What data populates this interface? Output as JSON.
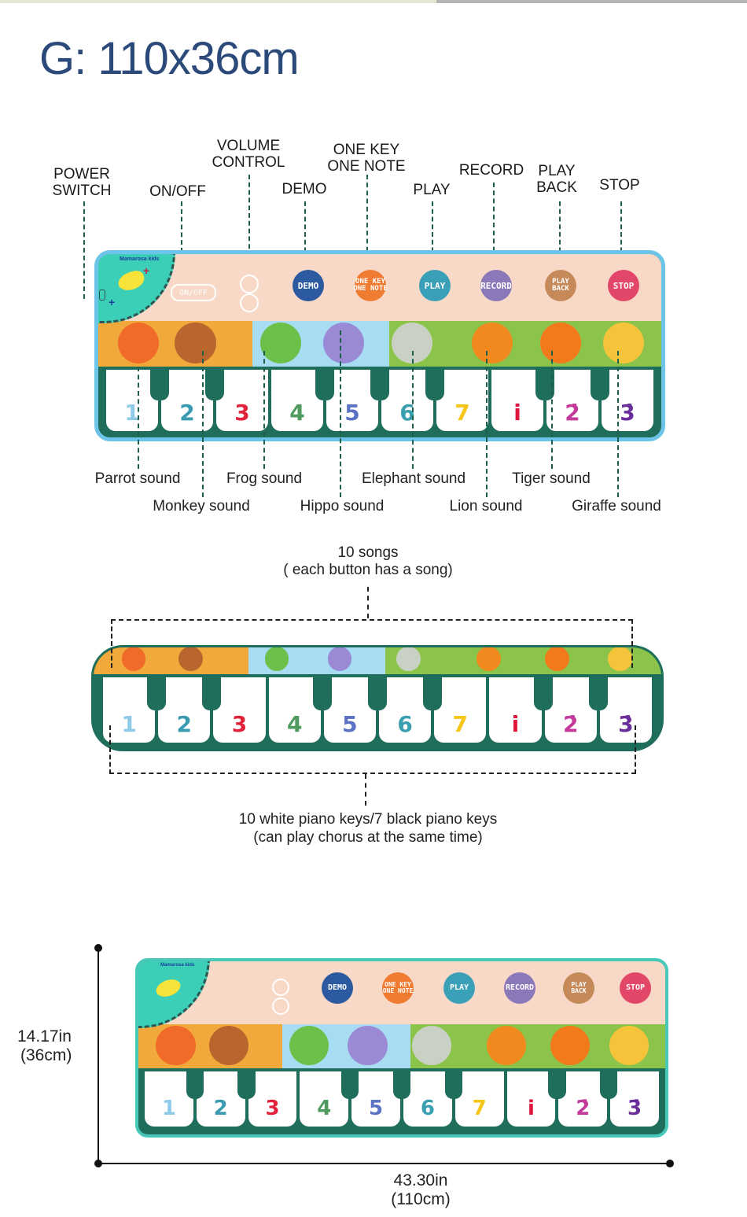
{
  "title": "G: 110x36cm",
  "colors": {
    "title": "#2b4a7a",
    "dashed_green": "#1e5f4c",
    "mat_border": "#6cc4e8",
    "key_base": "#1f6e5c",
    "sky": "#f8d9c7",
    "ground_orange": "#f2a93b",
    "ground_water": "#a8dcf2",
    "ground_green": "#8cc34a",
    "panel": "#3ccfb8"
  },
  "diagram1": {
    "control_labels": [
      {
        "id": "power-switch",
        "text": "POWER\nSWITCH"
      },
      {
        "id": "on-off",
        "text": "ON/OFF"
      },
      {
        "id": "volume-control",
        "text": "VOLUME\nCONTROL"
      },
      {
        "id": "demo",
        "text": "DEMO"
      },
      {
        "id": "one-key-one-note",
        "text": "ONE KEY\nONE NOTE"
      },
      {
        "id": "play",
        "text": "PLAY"
      },
      {
        "id": "record",
        "text": "RECORD"
      },
      {
        "id": "play-back",
        "text": "PLAY\nBACK"
      },
      {
        "id": "stop",
        "text": "STOP"
      }
    ],
    "mat_buttons": [
      {
        "id": "demo",
        "text": "DEMO",
        "color": "#2c5aa0"
      },
      {
        "id": "one-key-one-note",
        "text": "ONE KEY\nONE NOTE",
        "color": "#f07c32"
      },
      {
        "id": "play",
        "text": "PLAY",
        "color": "#3aa0b8"
      },
      {
        "id": "record",
        "text": "RECORD",
        "color": "#8b78b8"
      },
      {
        "id": "play-back",
        "text": "PLAY\nBACK",
        "color": "#c68a5a"
      },
      {
        "id": "stop",
        "text": "STOP",
        "color": "#e2476a"
      }
    ],
    "on_off_label": "ON/OFF",
    "brand_text": "Mamarosa kids",
    "sound_labels": [
      {
        "id": "parrot",
        "text": "Parrot sound"
      },
      {
        "id": "monkey",
        "text": "Monkey sound"
      },
      {
        "id": "frog",
        "text": "Frog sound"
      },
      {
        "id": "hippo",
        "text": "Hippo sound"
      },
      {
        "id": "elephant",
        "text": "Elephant sound"
      },
      {
        "id": "lion",
        "text": "Lion sound"
      },
      {
        "id": "tiger",
        "text": "Tiger sound"
      },
      {
        "id": "giraffe",
        "text": "Giraffe sound"
      }
    ]
  },
  "keys": [
    {
      "label": "1",
      "color": "#8fcbe8"
    },
    {
      "label": "2",
      "color": "#3a9bb0"
    },
    {
      "label": "3",
      "color": "#e0223a"
    },
    {
      "label": "4",
      "color": "#4f9a5e"
    },
    {
      "label": "5",
      "color": "#5c72c4"
    },
    {
      "label": "6",
      "color": "#3aa0b0"
    },
    {
      "label": "7",
      "color": "#f5c518"
    },
    {
      "label": "i",
      "color": "#e0143c"
    },
    {
      "label": "2̇",
      "color": "#c43a9a"
    },
    {
      "label": "3̇",
      "color": "#6a2e9a"
    }
  ],
  "diagram2": {
    "songs_line1": "10 songs",
    "songs_line2": "( each button has a song)",
    "keys_line1": "10 white piano keys/7 black piano keys",
    "keys_line2": "(can play chorus at the same time)"
  },
  "diagram3": {
    "height_in": "14.17in",
    "height_cm": "(36cm)",
    "width_in": "43.30in",
    "width_cm": "(110cm)"
  }
}
